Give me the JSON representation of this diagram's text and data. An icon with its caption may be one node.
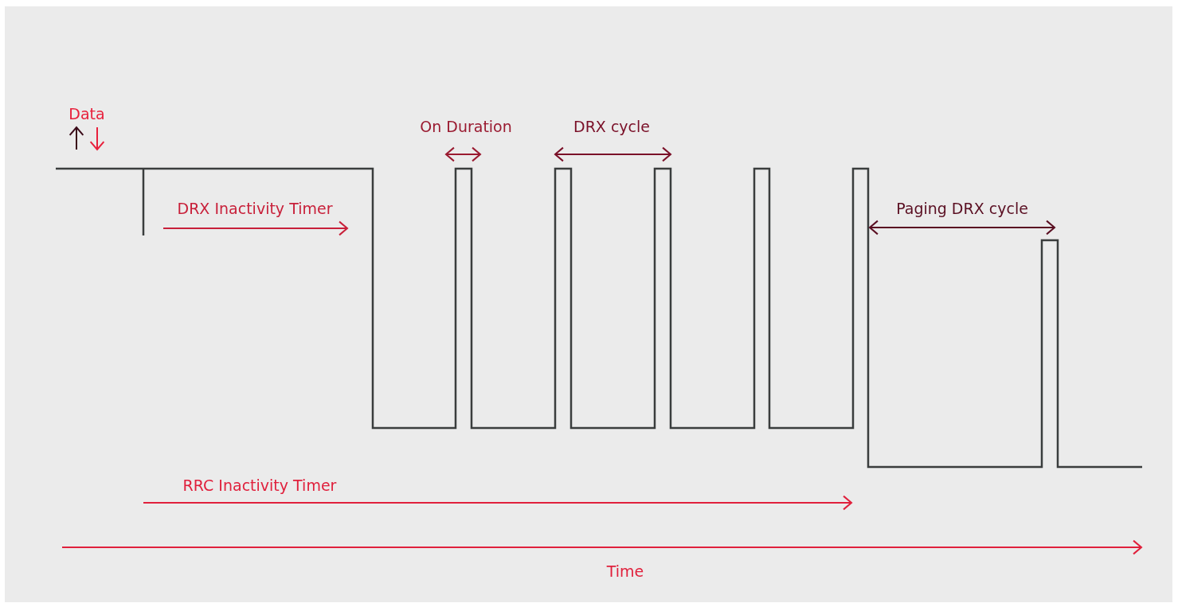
{
  "diagram": {
    "labels": [
      "Data",
      "On Duration",
      "DRX cycle",
      "DRX Inactivity Timer",
      "Paging DRX cycle",
      "RRC Inactivity Timer",
      "Time"
    ]
  }
}
